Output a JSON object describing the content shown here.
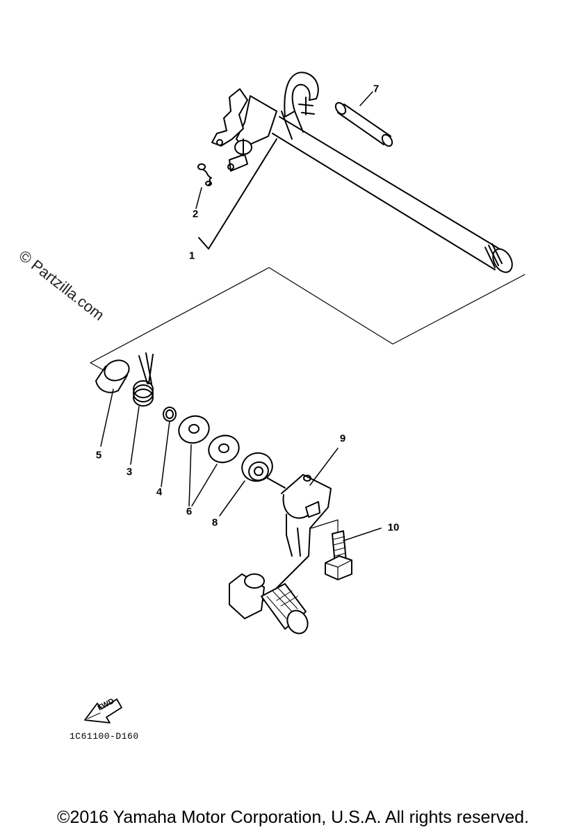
{
  "watermark": "© Partzilla.com",
  "diagram_code": "1C61100-D160",
  "fwd_label": "FWD",
  "copyright": "©2016 Yamaha Motor Corporation, U.S.A. All rights reserved.",
  "callouts": {
    "c1": "1",
    "c2": "2",
    "c3": "3",
    "c4": "4",
    "c5": "5",
    "c6": "6",
    "c7": "7",
    "c8": "8",
    "c9": "9",
    "c10": "10"
  }
}
